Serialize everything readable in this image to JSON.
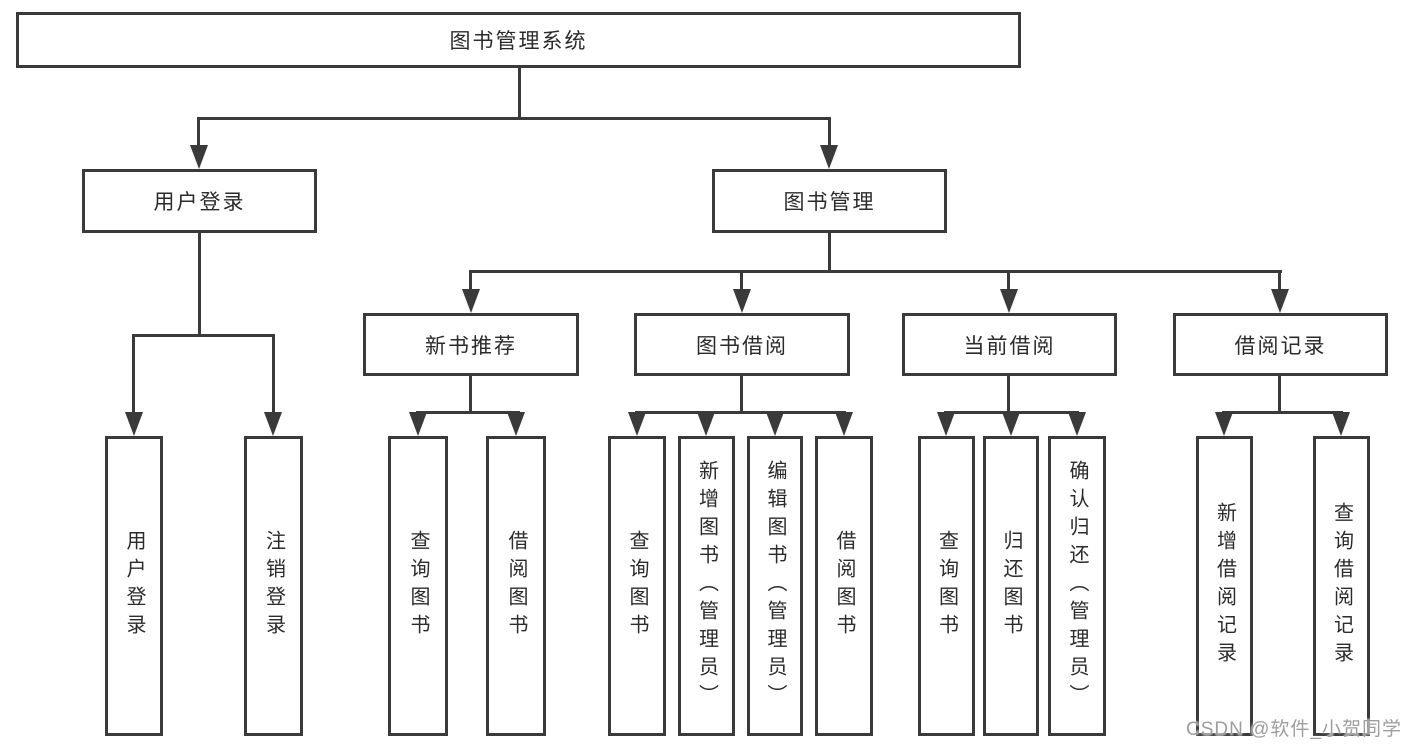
{
  "diagram": {
    "type": "hierarchy-tree",
    "title": "图书管理系统"
  },
  "colors": {
    "line": "#3a3a3a",
    "box_border": "#3a3a3a",
    "box_fill": "#ffffff",
    "text": "#2b2b2b",
    "background": "#ffffff",
    "watermark": "#9e9e9e"
  },
  "tree": {
    "root": {
      "label": "图书管理系统",
      "children": [
        {
          "label": "用户登录",
          "children": [
            {
              "label": "用户登录"
            },
            {
              "label": "注销登录"
            }
          ]
        },
        {
          "label": "图书管理",
          "children": [
            {
              "label": "新书推荐",
              "children": [
                {
                  "label": "查询图书"
                },
                {
                  "label": "借阅图书"
                }
              ]
            },
            {
              "label": "图书借阅",
              "children": [
                {
                  "label": "查询图书"
                },
                {
                  "label": "新增图书（管理员）"
                },
                {
                  "label": "编辑图书（管理员）"
                },
                {
                  "label": "借阅图书"
                }
              ]
            },
            {
              "label": "当前借阅",
              "children": [
                {
                  "label": "查询图书"
                },
                {
                  "label": "归还图书"
                },
                {
                  "label": "确认归还（管理员）"
                }
              ]
            },
            {
              "label": "借阅记录",
              "children": [
                {
                  "label": "新增借阅记录"
                },
                {
                  "label": "查询借阅记录"
                }
              ]
            }
          ]
        }
      ]
    }
  },
  "watermark": {
    "text": "CSDN @软件_小贺同学"
  }
}
